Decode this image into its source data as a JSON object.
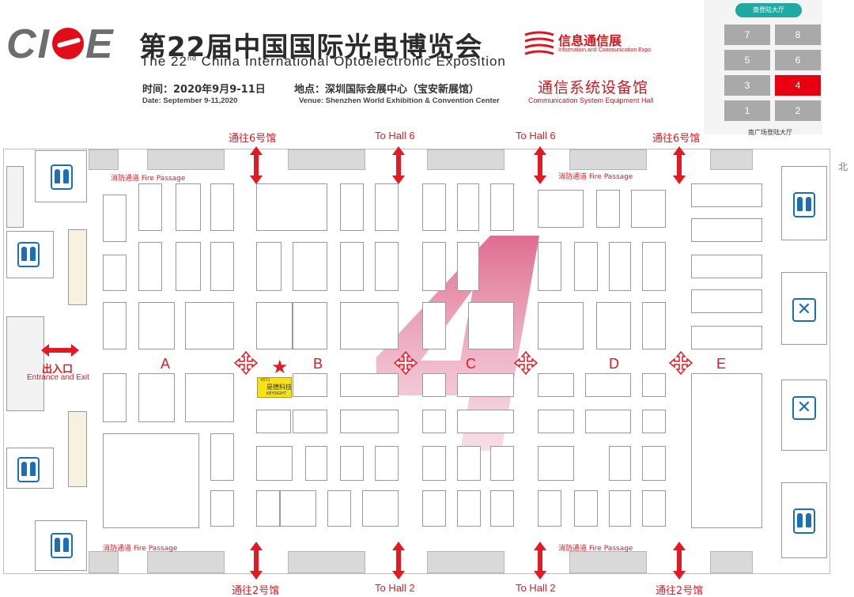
{
  "header": {
    "logo": "CIOE",
    "title_cn": "第22届中国国际光电博览会",
    "title_en_pre": "The 22",
    "title_en_sup": "nd",
    "title_en_post": " China International Optoelectronic Exposition",
    "time_cn": "时间：2020年9月9-11日",
    "date_en": "Date: September 9-11,2020",
    "place_cn": "地点：深圳国际会展中心（宝安新展馆）",
    "venue_en": "Venue: Shenzhen World Exhibition & Convention Center",
    "expo_cn": "信息通信展",
    "expo_en": "Information and Communication Expo",
    "hall_cn": "通信系统设备馆",
    "hall_en": "Communication System Equipment Hall"
  },
  "minimap": {
    "top_label": "南登陆大厅",
    "bottom_label": "南广场登陆大厅",
    "halls": [
      "7",
      "8",
      "5",
      "6",
      "3",
      "4",
      "1",
      "2"
    ],
    "current": "4"
  },
  "floor": {
    "hall_number": "4",
    "north": "北",
    "top_exits": [
      "通往6号馆",
      "To Hall 6",
      "To Hall 6",
      "通往6号馆"
    ],
    "bottom_exits": [
      "通往2号馆",
      "To Hall 2",
      "To Hall 2",
      "通往2号馆"
    ],
    "fire_passage": "消防通道 Fire Passage",
    "zones": [
      "A",
      "B",
      "C",
      "D",
      "E"
    ],
    "entrance_cn": "出入口",
    "entrance_en": "Entrance and Exit",
    "booth": {
      "number": "4B51",
      "name_cn": "是德科技",
      "name_en": "KEYSIGHT"
    }
  },
  "colors": {
    "accent_red": "#e11a23",
    "booth_yellow": "#f6e11c",
    "icon_blue": "#1b6fb5",
    "minimap_current": "#e60012"
  }
}
